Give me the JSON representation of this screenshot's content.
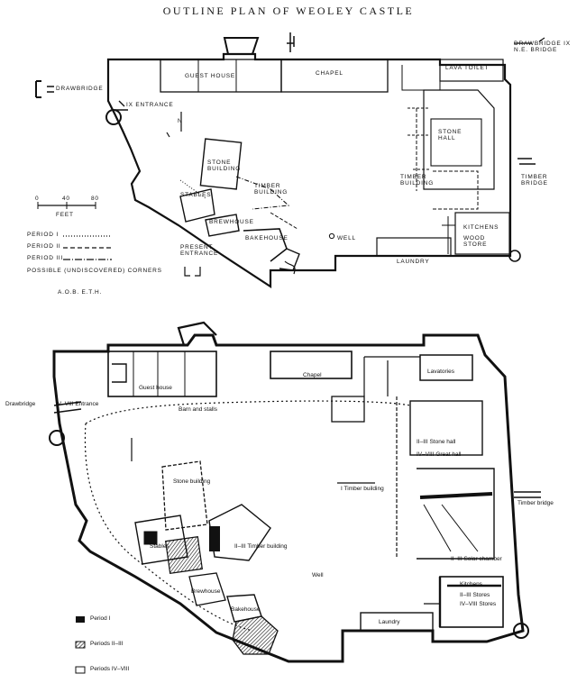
{
  "title": "OUTLINE PLAN OF WEOLEY CASTLE",
  "upper_plan": {
    "labels": {
      "guest_house": "GUEST HOUSE",
      "chapel": "CHAPEL",
      "lava_toilet": "LAVA TOILET",
      "drawbridge": "DRAWBRIDGE",
      "entrance": "IX ENTRANCE",
      "stone_hall": "STONE HALL",
      "timber_building_right": "TIMBER BUILDING",
      "timber_bridge": "TIMBER BRIDGE",
      "ne_bridge": "DRAWBRIDGE IX N.E. BRIDGE",
      "stone_building": "STONE BUILDING",
      "timber_building_left": "TIMBER BUILDING",
      "stables": "STABLES",
      "brewhouse": "BREWHOUSE",
      "bakehouse": "BAKEHOUSE",
      "present_entrance": "PRESENT ENTRANCE",
      "well": "WELL",
      "laundry": "LAUNDRY",
      "kitchens": "KITCHENS",
      "wood_store": "WOOD STORE",
      "feet": "FEET",
      "scale_ticks": [
        "0",
        "40",
        "80"
      ],
      "north": "N",
      "initials": "A.O.B. E.T.H."
    },
    "legend": [
      {
        "label": "PERIOD I",
        "style": "dotted"
      },
      {
        "label": "PERIOD II",
        "style": "dashed"
      },
      {
        "label": "PERIOD III",
        "style": "dash-dot"
      },
      {
        "label": "POSSIBLE (UNDISCOVERED) CORNERS",
        "style": "corner"
      }
    ]
  },
  "lower_plan": {
    "labels": {
      "drawbridge": "Drawbridge",
      "entrance": "IV–VIII Entrance",
      "guest_house": "Guest house",
      "barn_stalls": "Barn and stalls",
      "chapel": "Chapel",
      "lavatories": "Lavatories",
      "stone_hall": "II–III Stone hall",
      "great_hall": "IV–VIII Great hall",
      "timber_building_right": "I Timber building",
      "timber_bridge": "Timber bridge",
      "stone_building": "Stone building",
      "stables": "Stables",
      "timber_building_left": "II–III Timber building",
      "brewhouse": "Brewhouse",
      "bakehouse": "Bakehouse",
      "well": "Well",
      "solar_chamber": "II–III Solar chamber",
      "kitchens": "Kitchens",
      "stores": "II–III Stores",
      "wood_store": "IV–VIII Stores",
      "laundry": "Laundry"
    },
    "legend": [
      {
        "label": "Period I",
        "style": "solid"
      },
      {
        "label": "Periods II–III",
        "style": "hatched"
      },
      {
        "label": "Periods IV–VIII",
        "style": "outline"
      }
    ]
  }
}
